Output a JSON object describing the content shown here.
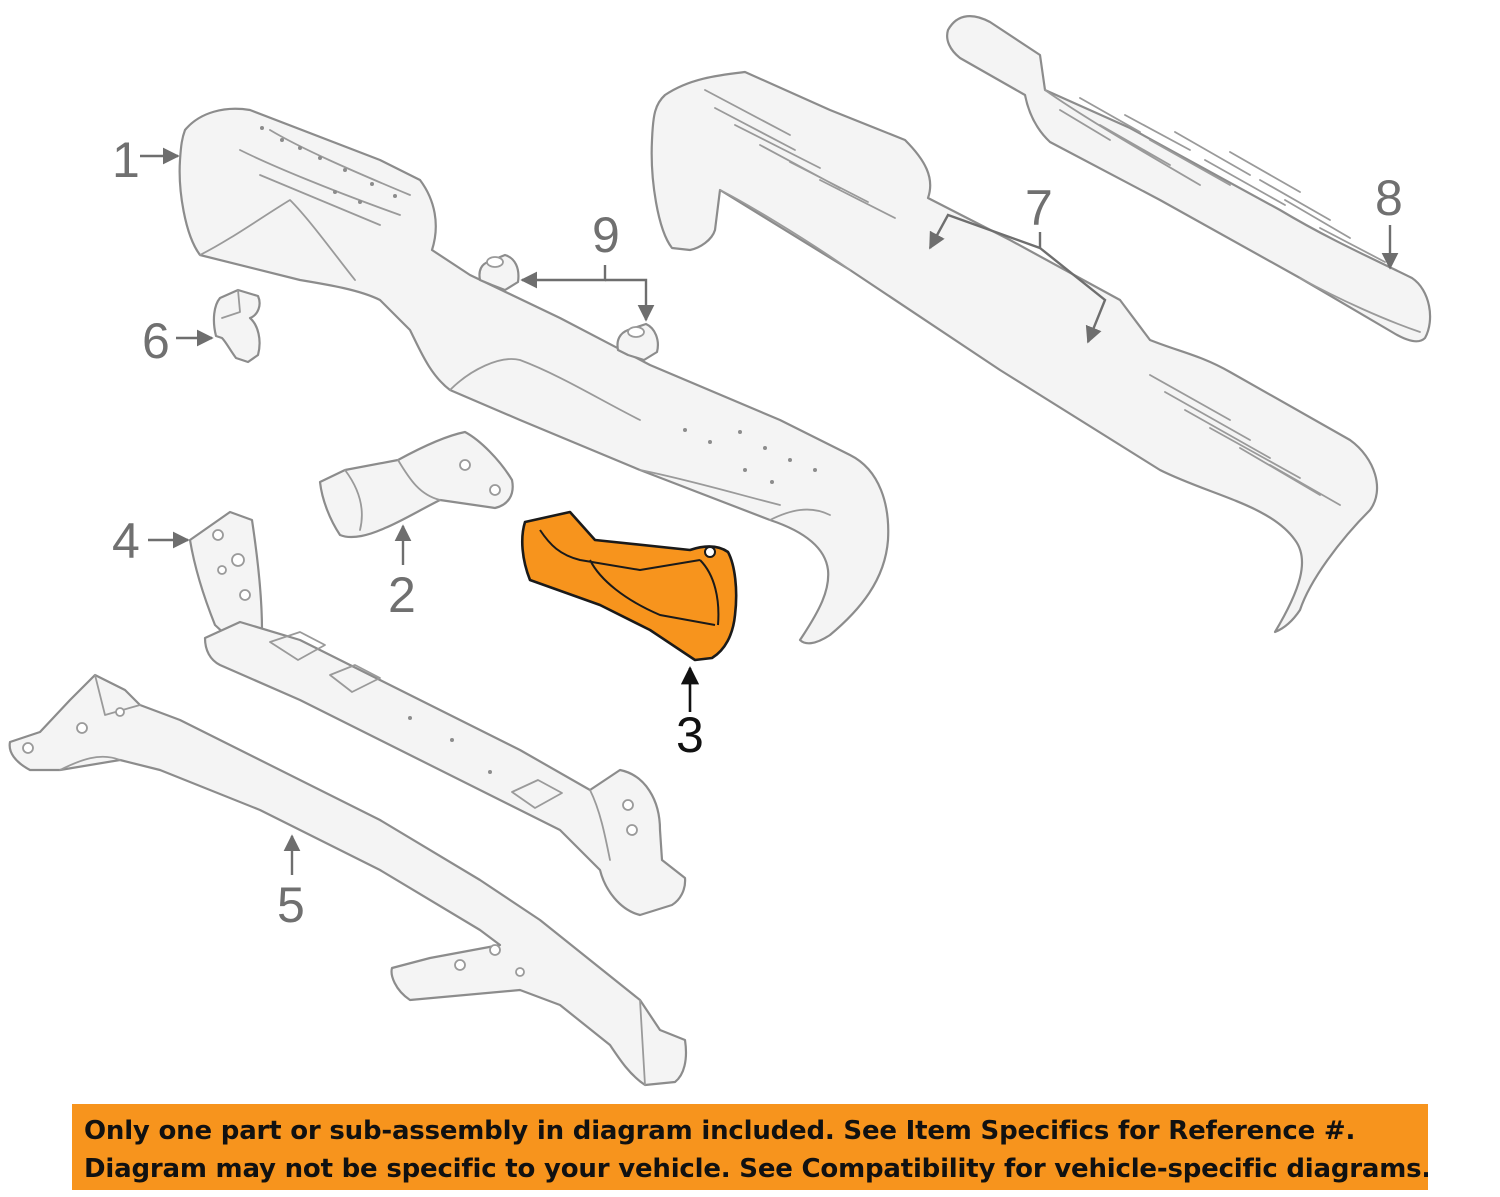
{
  "callouts": [
    {
      "id": "1",
      "label": "1"
    },
    {
      "id": "2",
      "label": "2"
    },
    {
      "id": "3",
      "label": "3"
    },
    {
      "id": "4",
      "label": "4"
    },
    {
      "id": "5",
      "label": "5"
    },
    {
      "id": "6",
      "label": "6"
    },
    {
      "id": "7",
      "label": "7"
    },
    {
      "id": "8",
      "label": "8"
    },
    {
      "id": "9",
      "label": "9"
    }
  ],
  "highlighted_part": "3",
  "colors": {
    "highlight": "#f7941d",
    "line_art": "#8c8c8c",
    "notice_background": "#f7941d"
  },
  "notice": {
    "line1": "Only one part or sub-assembly in diagram included. See Item Specifics for Reference #.",
    "line2": "Diagram may not be specific to your vehicle. See Compatibility for vehicle-specific diagrams."
  }
}
